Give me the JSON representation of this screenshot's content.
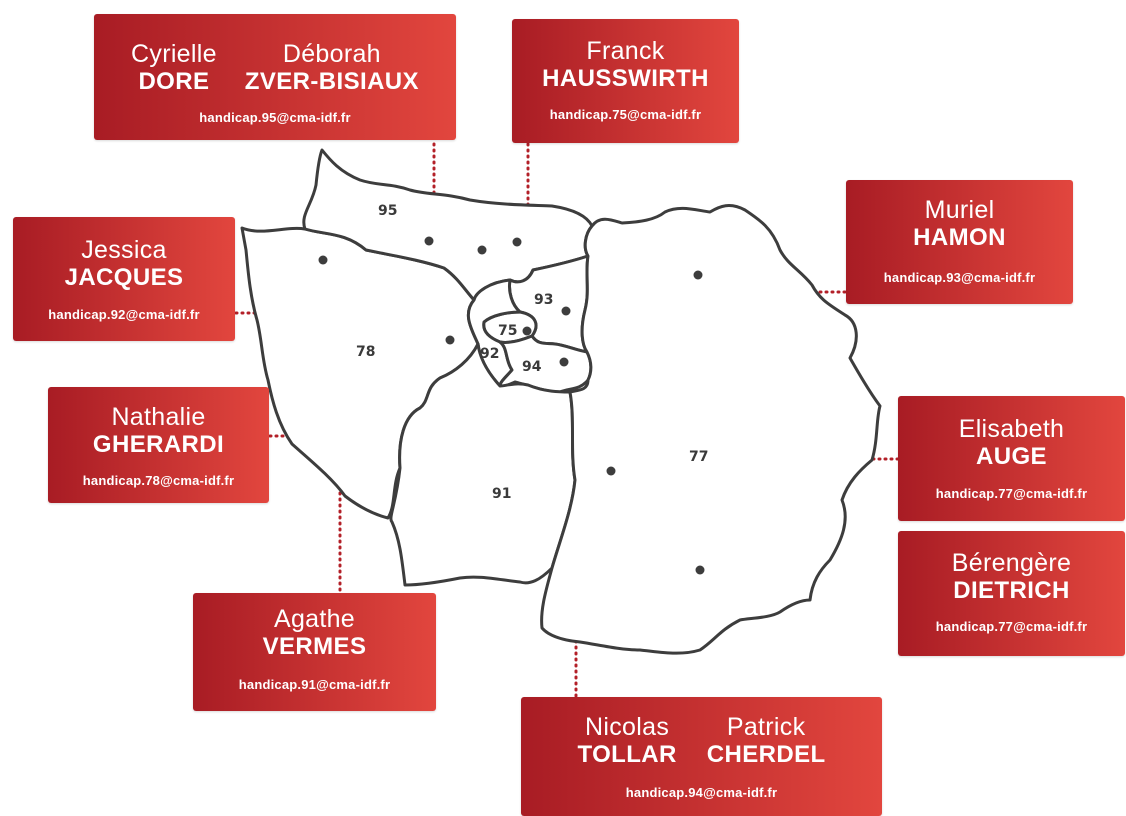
{
  "colors": {
    "card_gradient_start": "#a81c24",
    "card_gradient_end": "#e2463e",
    "connector": "#b32028",
    "outline": "#3d3d3d",
    "marker": "#3d3d3d"
  },
  "departments": [
    {
      "code": "95"
    },
    {
      "code": "93"
    },
    {
      "code": "75"
    },
    {
      "code": "92"
    },
    {
      "code": "78"
    },
    {
      "code": "94"
    },
    {
      "code": "77"
    },
    {
      "code": "91"
    }
  ],
  "contacts": [
    {
      "id": "95",
      "people": [
        {
          "first": "Cyrielle",
          "last": "DORE"
        },
        {
          "first": "Déborah",
          "last": "ZVER-BISIAUX"
        }
      ],
      "email": "handicap.95@cma-idf.fr"
    },
    {
      "id": "75",
      "people": [
        {
          "first": "Franck",
          "last": "HAUSSWIRTH"
        }
      ],
      "email": "handicap.75@cma-idf.fr"
    },
    {
      "id": "93",
      "people": [
        {
          "first": "Muriel",
          "last": "HAMON"
        }
      ],
      "email": "handicap.93@cma-idf.fr"
    },
    {
      "id": "92",
      "people": [
        {
          "first": "Jessica",
          "last": "JACQUES"
        }
      ],
      "email": "handicap.92@cma-idf.fr"
    },
    {
      "id": "78",
      "people": [
        {
          "first": "Nathalie",
          "last": "GHERARDI"
        }
      ],
      "email": "handicap.78@cma-idf.fr"
    },
    {
      "id": "77a",
      "people": [
        {
          "first": "Elisabeth",
          "last": "AUGE"
        }
      ],
      "email": "handicap.77@cma-idf.fr"
    },
    {
      "id": "77b",
      "people": [
        {
          "first": "Bérengère",
          "last": "DIETRICH"
        }
      ],
      "email": "handicap.77@cma-idf.fr"
    },
    {
      "id": "91",
      "people": [
        {
          "first": "Agathe",
          "last": "VERMES"
        }
      ],
      "email": "handicap.91@cma-idf.fr"
    },
    {
      "id": "94",
      "people": [
        {
          "first": "Nicolas",
          "last": "TOLLAR"
        },
        {
          "first": "Patrick",
          "last": "CHERDEL"
        }
      ],
      "email": "handicap.94@cma-idf.fr"
    }
  ]
}
